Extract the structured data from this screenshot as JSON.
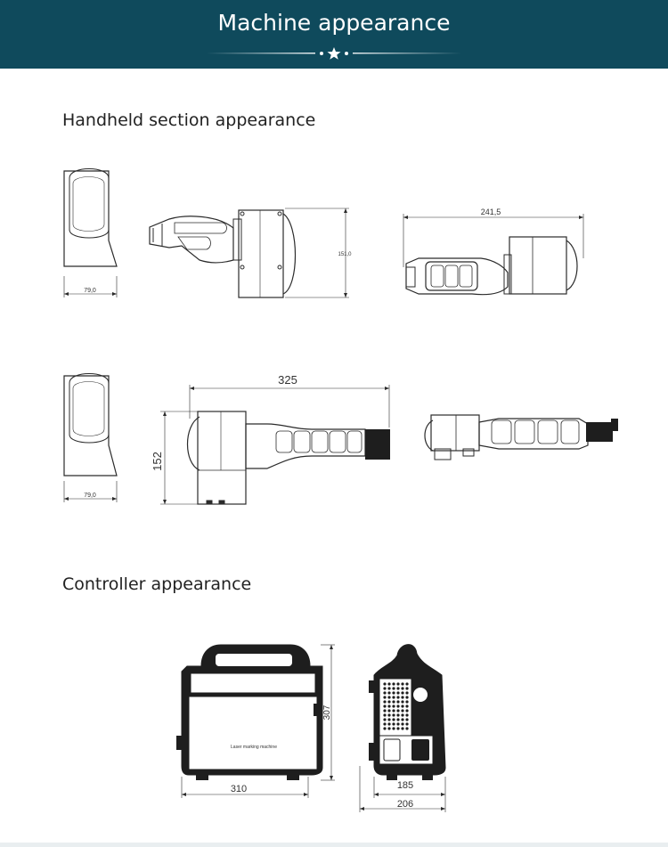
{
  "header": {
    "title": "Machine appearance",
    "decoration_icon": "star-icon"
  },
  "sections": {
    "handheld": {
      "title": "Handheld section appearance"
    },
    "controller": {
      "title": "Controller appearance"
    }
  },
  "dimensions": {
    "front_width_1": "79,0",
    "side_height": "151,0",
    "top_length": "241,5",
    "front_width_2": "79,0",
    "length": "325",
    "height": "152",
    "controller_height": "307",
    "controller_width": "310",
    "controller_depth_inner": "185",
    "controller_depth_outer": "206"
  },
  "controller": {
    "panel_label": "Laser marking machine"
  },
  "colors": {
    "banner": "#0f4a5c",
    "line": "#2b2b2b",
    "dark": "#1e1e1e"
  }
}
